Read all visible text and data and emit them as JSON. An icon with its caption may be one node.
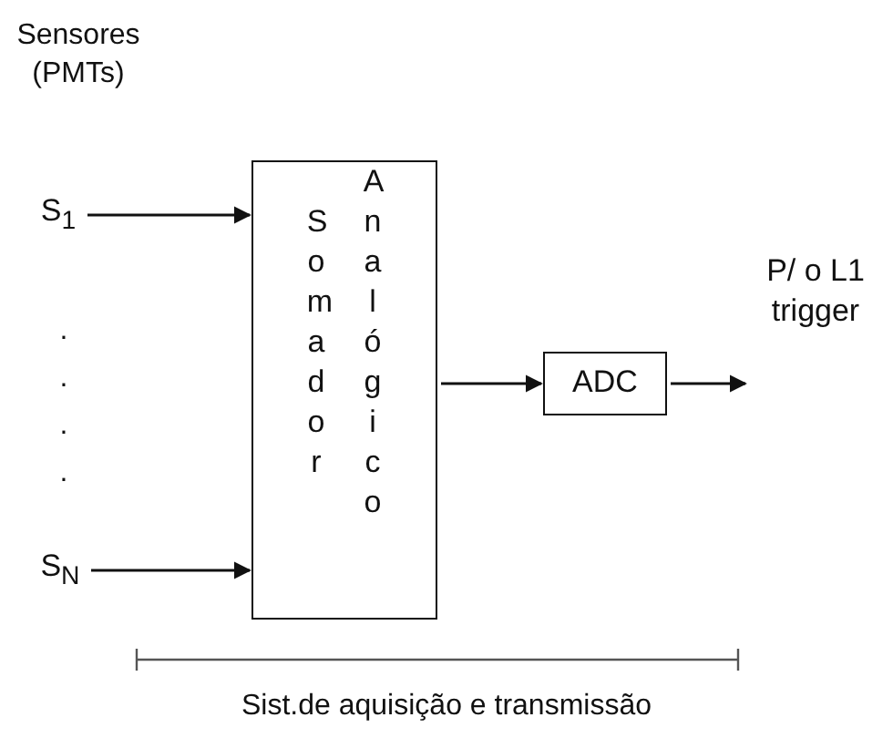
{
  "diagram": {
    "nodes": [
      {
        "text": [
          "S$_{1}$"
        ]
      },
      {
        "text": [
          "S$_{N}$"
        ]
      },
      {
        "text": [
          "Somador",
          "Analógico"
        ]
      },
      {
        "text": [
          "ADC"
        ]
      },
      {
        "text": [
          "P/ o L1 trigger"
        ]
      }
    ],
    "edges": [
      {
        "from": 0,
        "to": 2,
        "arrow": "to"
      },
      {
        "from": 1,
        "to": 2,
        "arrow": "to"
      },
      {
        "from": 2,
        "to": 3,
        "arrow": "to"
      },
      {
        "from": 3,
        "to": 4,
        "arrow": "to"
      }
    ],
    "labels": [
      "Sensores (PMTs)",
      ".",
      ".",
      ".",
      ".",
      "Sist.de aquisição e transmissão"
    ]
  }
}
